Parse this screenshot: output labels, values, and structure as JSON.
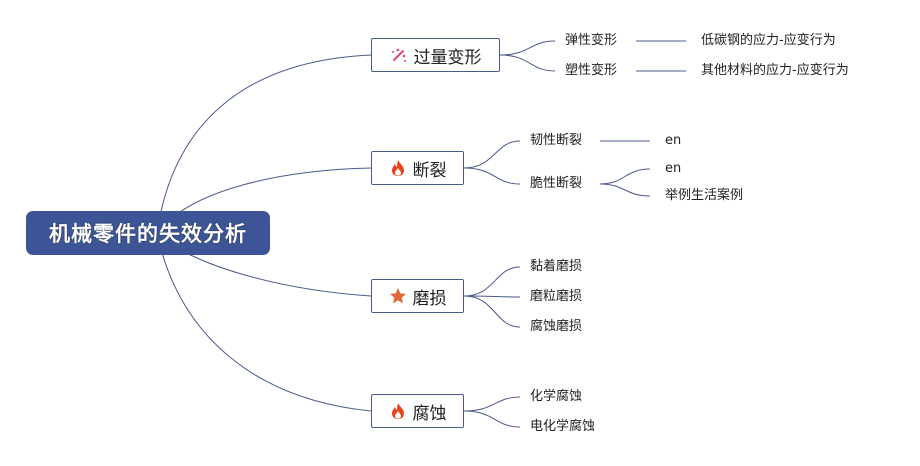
{
  "root": {
    "label": "机械零件的失效分析"
  },
  "branches": [
    {
      "label": "过量变形",
      "icon": "magic-wand-icon",
      "children": [
        {
          "label": "弹性变形",
          "children": [
            {
              "label": "低碳钢的应力-应变行为"
            }
          ]
        },
        {
          "label": "塑性变形",
          "children": [
            {
              "label": "其他材料的应力-应变行为"
            }
          ]
        }
      ]
    },
    {
      "label": "断裂",
      "icon": "fire-icon",
      "children": [
        {
          "label": "韧性断裂",
          "children": [
            {
              "label": "en"
            }
          ]
        },
        {
          "label": "脆性断裂",
          "children": [
            {
              "label": "en"
            },
            {
              "label": "举例生活案例"
            }
          ]
        }
      ]
    },
    {
      "label": "磨损",
      "icon": "star-icon",
      "children": [
        {
          "label": "黏着磨损"
        },
        {
          "label": "磨粒磨损"
        },
        {
          "label": "腐蚀磨损"
        }
      ]
    },
    {
      "label": "腐蚀",
      "icon": "fire-icon",
      "children": [
        {
          "label": "化学腐蚀"
        },
        {
          "label": "电化学腐蚀"
        }
      ]
    }
  ],
  "colors": {
    "root_fill": "#3d5596",
    "line": "#4a5a8c",
    "fire": "#e8431c",
    "star": "#e0683a",
    "wand": "#e0457b"
  }
}
